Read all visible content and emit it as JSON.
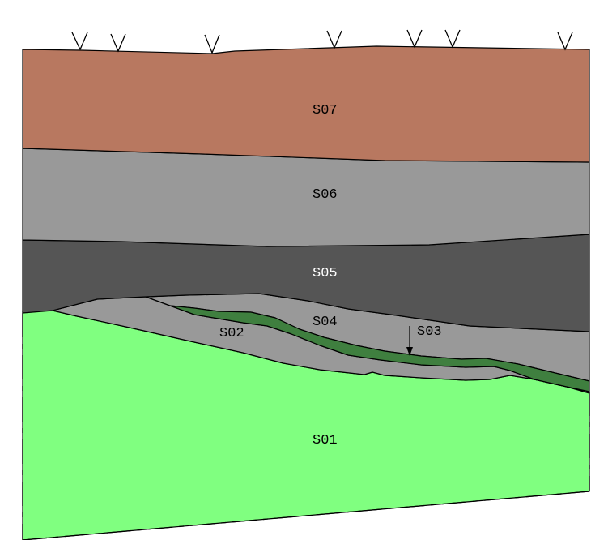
{
  "layers": [
    {
      "id": "S07",
      "label": "S07",
      "color": "#b87860"
    },
    {
      "id": "S06",
      "label": "S06",
      "color": "#999999"
    },
    {
      "id": "S05",
      "label": "S05",
      "color": "#555555"
    },
    {
      "id": "S04",
      "label": "S04",
      "color": "#999999"
    },
    {
      "id": "S03",
      "label": "S03",
      "color": "#3f7f3f"
    },
    {
      "id": "S02",
      "label": "S02",
      "color": "#999999"
    },
    {
      "id": "S01",
      "label": "S01",
      "color": "#80ff80"
    }
  ],
  "surface_marker_count": 7
}
